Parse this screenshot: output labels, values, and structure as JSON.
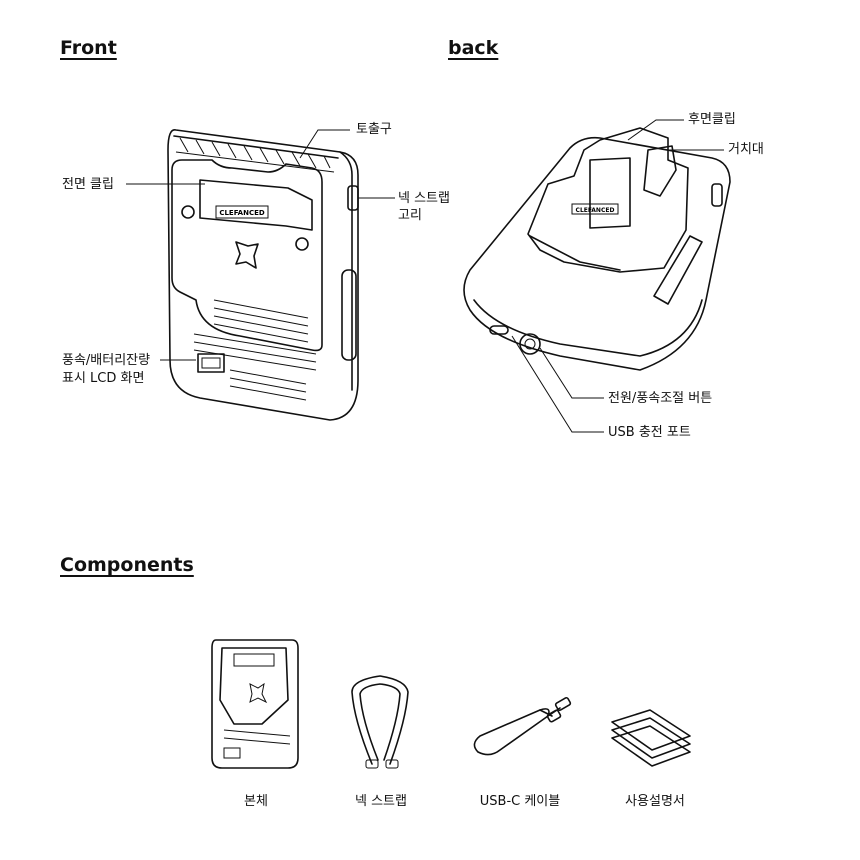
{
  "headings": {
    "front": "Front",
    "back": "back",
    "components": "Components"
  },
  "front_labels": {
    "outlet": "토출구",
    "front_clip": "전면 클립",
    "neck_strap_loop_line1": "넥 스트랩",
    "neck_strap_loop_line2": "고리",
    "lcd_line1": "풍속/배터리잔량",
    "lcd_line2": "표시 LCD 화면"
  },
  "back_labels": {
    "rear_clip": "후면클립",
    "stand": "거치대",
    "power_button": "전원/풍속조절 버튼",
    "usb_port": "USB 충전 포트"
  },
  "device_brand": "CLEFANCED",
  "components": [
    {
      "label": "본체",
      "icon": "fan-body-icon"
    },
    {
      "label": "넥 스트랩",
      "icon": "neck-strap-icon"
    },
    {
      "label": "USB-C 케이블",
      "icon": "usb-cable-icon"
    },
    {
      "label": "사용설명서",
      "icon": "manual-icon"
    }
  ]
}
